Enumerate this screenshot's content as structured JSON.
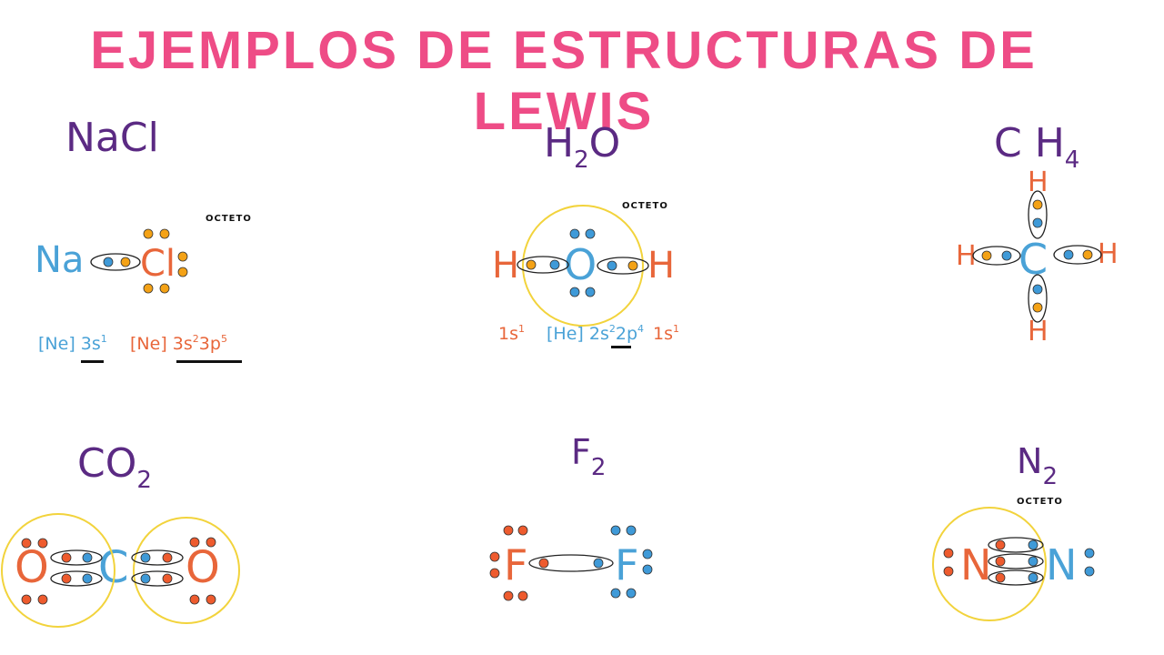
{
  "title": "EJEMPLOS DE ESTRUCTURAS DE LEWIS",
  "octeto_label": "OCTETO",
  "colors": {
    "title": "#ee4c86",
    "formula": "#5b2a83",
    "orange": "#e8663a",
    "blue": "#4aa2d7",
    "dot_orange": "#f4a216",
    "octet_ring": "#f2d33c"
  },
  "molecules": {
    "nacl": {
      "formula": "NaCl",
      "atom_left": "Na",
      "atom_right": "Cl",
      "config_left_core": "[Ne]",
      "config_left_val": "3s",
      "config_left_sup": "1",
      "config_right_core": "[Ne]",
      "config_right_val1": "3s",
      "config_right_sup1": "2",
      "config_right_val2": "3p",
      "config_right_sup2": "5"
    },
    "h2o": {
      "formula_main": "H",
      "formula_sub": "2",
      "formula_end": "O",
      "atom_left": "H",
      "atom_center": "O",
      "atom_right": "H",
      "config_left": "1s",
      "config_left_sup": "1",
      "config_center_core": "[He]",
      "config_center_val1": "2s",
      "config_center_sup1": "2",
      "config_center_val2": "2p",
      "config_center_sup2": "4",
      "config_right": "1s",
      "config_right_sup": "1"
    },
    "ch4": {
      "formula_main": "C H",
      "formula_sub": "4",
      "atom_center": "C",
      "atom_h": "H"
    },
    "co2": {
      "formula_main": "CO",
      "formula_sub": "2",
      "atom_left": "O",
      "atom_center": "C",
      "atom_right": "O"
    },
    "f2": {
      "formula_main": "F",
      "formula_sub": "2",
      "atom_left": "F",
      "atom_right": "F"
    },
    "n2": {
      "formula_main": "N",
      "formula_sub": "2",
      "atom_left": "N",
      "atom_right": "N"
    }
  }
}
